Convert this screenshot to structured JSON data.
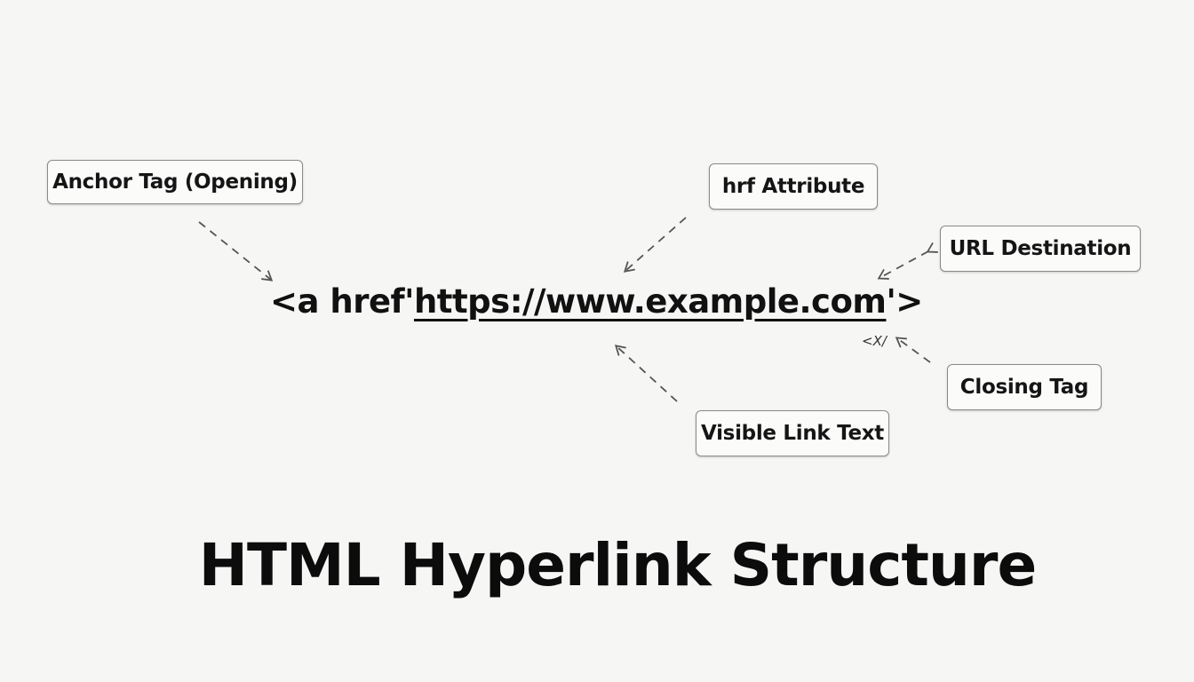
{
  "diagram": {
    "title": "HTML Hyperlink Structure",
    "code": {
      "prefix": "<a href'",
      "url": "https://www.example.com",
      "suffix": "'>",
      "closing_fragment": "<X/"
    },
    "labels": [
      {
        "id": "anchor-tag",
        "text": "Anchor Tag (Opening)"
      },
      {
        "id": "href-attribute",
        "text": "hrf Attribute"
      },
      {
        "id": "url-destination",
        "text": "URL Destination"
      },
      {
        "id": "closing-tag",
        "text": "Closing Tag"
      },
      {
        "id": "visible-link-text",
        "text": "Visible Link Text"
      }
    ],
    "colors": {
      "background": "#f6f6f5",
      "text": "#111111",
      "box_border": "#8a8a8a",
      "arrow": "#555555"
    }
  }
}
